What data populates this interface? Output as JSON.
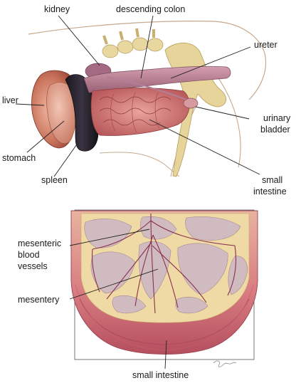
{
  "top_diagram": {
    "labels": {
      "kidney": "kidney",
      "descending_colon": "descending colon",
      "ureter": "ureter",
      "liver": "liver",
      "urinary_bladder_1": "urinary",
      "urinary_bladder_2": "bladder",
      "stomach": "stomach",
      "small_intestine_1": "small",
      "small_intestine_2": "intestine",
      "spleen": "spleen"
    }
  },
  "bottom_diagram": {
    "labels": {
      "mesenteric_1": "mesenteric",
      "mesenteric_2": "blood",
      "mesenteric_3": "vessels",
      "mesentery": "mesentery",
      "small_intestine": "small intestine"
    }
  },
  "colors": {
    "spleen": "#2a2530",
    "liver": "#b8644e",
    "intestine": "#c66d6d",
    "colon": "#b37c8f",
    "bone": "#e4d49a",
    "mesentery_fat": "#efd9a4",
    "mesentery_membrane": "#cdb9c4",
    "vessel": "#8a3150"
  }
}
